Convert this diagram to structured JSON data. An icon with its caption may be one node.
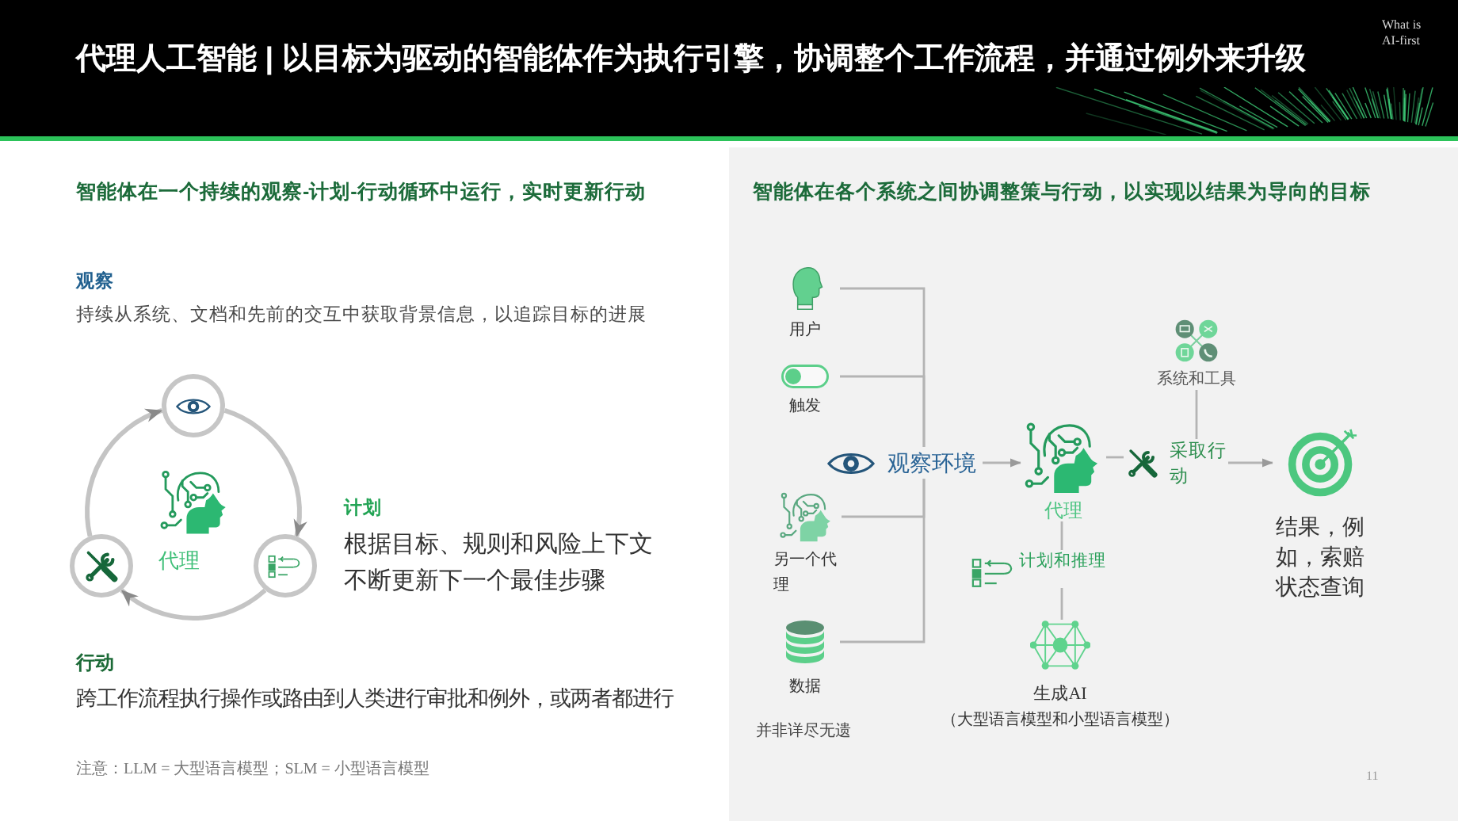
{
  "diagram": {
    "title": "代理人工智能 | 以目标为驱动的智能体作为执行引擎，协调整个工作流程，并通过例外来升级",
    "nodes": [
      {
        "text": [],
        "shape": "circle",
        "beside": [
          "观察",
          "持续从系统、文档和先前的交互中获取背景信息，以追踪目标的进展"
        ]
      },
      {
        "text": [],
        "shape": "circle",
        "beside": [
          "计划",
          "根据目标、规则和风险上下文不断更新下一个最佳步骤"
        ]
      },
      {
        "text": [],
        "shape": "circle",
        "beside": [
          "行动",
          "跨工作流程执行操作或路由到人类进行审批和例外，或两者都进行"
        ]
      },
      {
        "text": [
          "用户"
        ]
      },
      {
        "text": [
          "触发"
        ]
      },
      {
        "text": [
          "观察环境"
        ]
      },
      {
        "text": [
          "另一个代理"
        ]
      },
      {
        "text": [
          "数据"
        ]
      },
      {
        "text": [
          "代理"
        ]
      },
      {
        "text": [
          "系统和工具"
        ]
      },
      {
        "text": [
          "采取行动"
        ]
      },
      {
        "text": [
          "结果，例如，索赔状态查询"
        ]
      },
      {
        "text": [
          "计划和推理"
        ]
      },
      {
        "text": [
          "生成AI",
          "（大型语言模型和小型语言模型）"
        ]
      }
    ],
    "edges": [
      {
        "from": 0,
        "to": 1,
        "arrow": "to",
        "style": "thick"
      },
      {
        "from": 1,
        "to": 2,
        "arrow": "to",
        "style": "thick"
      },
      {
        "from": 2,
        "to": 0,
        "arrow": "to",
        "style": "thick"
      },
      {
        "from": 3,
        "to": 5,
        "arrow": "none"
      },
      {
        "from": 4,
        "to": 5,
        "arrow": "none"
      },
      {
        "from": 6,
        "to": 5,
        "arrow": "none"
      },
      {
        "from": 7,
        "to": 5,
        "arrow": "none"
      },
      {
        "from": 5,
        "to": 8,
        "arrow": "to"
      },
      {
        "from": 8,
        "to": 10,
        "arrow": "none"
      },
      {
        "from": 9,
        "to": 10,
        "arrow": "none"
      },
      {
        "from": 10,
        "to": 11,
        "arrow": "to"
      },
      {
        "from": 8,
        "to": 12,
        "arrow": "none"
      },
      {
        "from": 12,
        "to": 13,
        "arrow": "none"
      }
    ],
    "labels": [
      "What is AI-first",
      "智能体在一个持续的观察-计划-行动循环中运行，实时更新行动",
      "代理",
      "注意：LLM = 大型语言模型；SLM = 小型语言模型",
      "智能体在各个系统之间协调整策与行动，以实现以结果为导向的目标",
      "并非详尽无遗",
      "11"
    ]
  }
}
